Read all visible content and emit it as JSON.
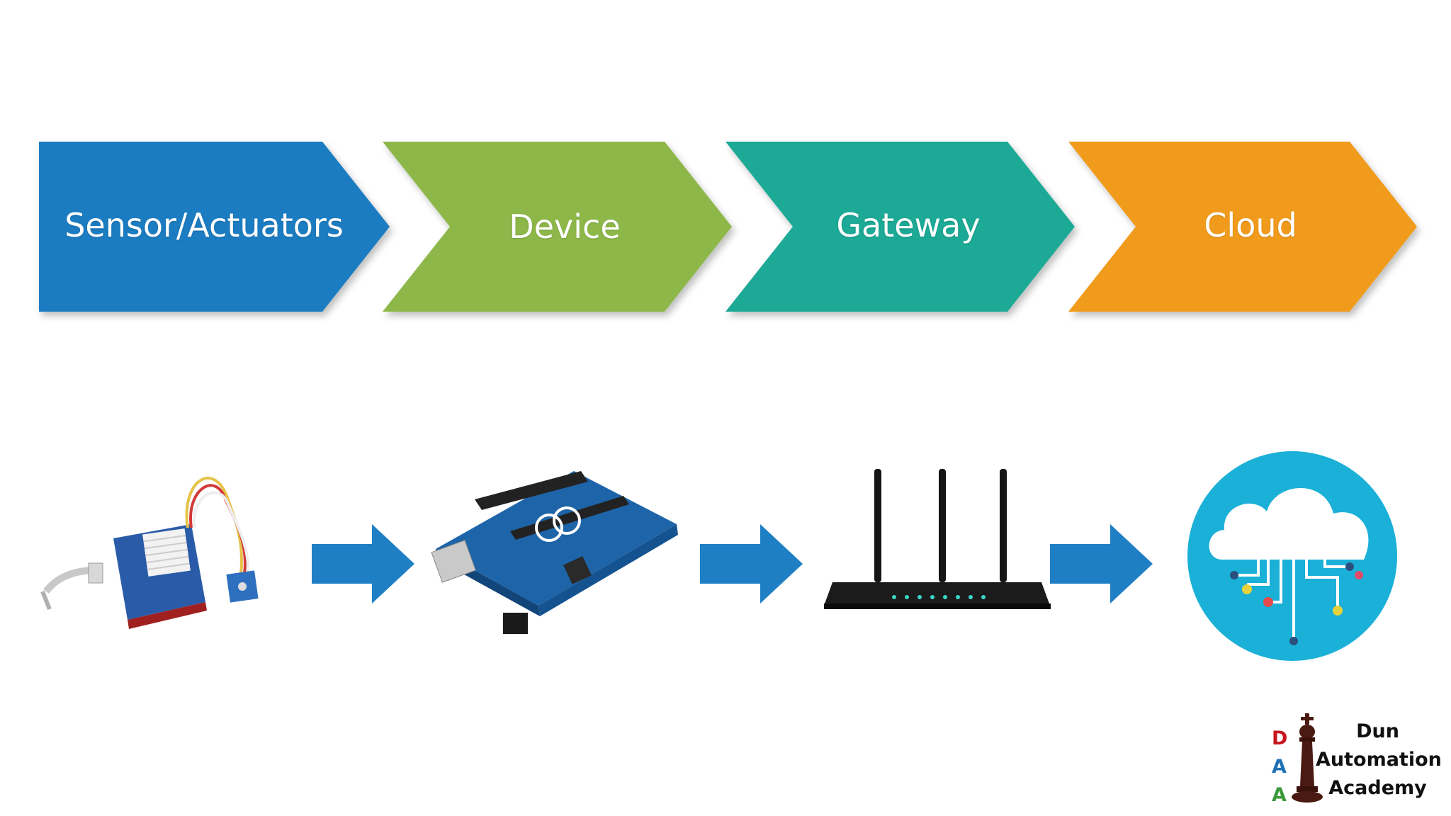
{
  "stages": [
    {
      "label": "Sensor/Actuators",
      "color": "#1a7cc1",
      "icon": "sensor-board-icon"
    },
    {
      "label": "Device",
      "color": "#8db84a",
      "icon": "arduino-board-icon"
    },
    {
      "label": "Gateway",
      "color": "#1ba996",
      "icon": "router-icon"
    },
    {
      "label": "Cloud",
      "color": "#f19b1d",
      "icon": "cloud-network-icon"
    }
  ],
  "flow_arrow_color": "#1f7fc4",
  "logo": {
    "letters": [
      "D",
      "A",
      "A"
    ],
    "letter_colors": [
      "#c8161d",
      "#1f6fb5",
      "#3a9a3a"
    ],
    "wordmark": [
      "Dun",
      "Automation",
      "Academy"
    ],
    "icon": "chess-king-icon"
  }
}
